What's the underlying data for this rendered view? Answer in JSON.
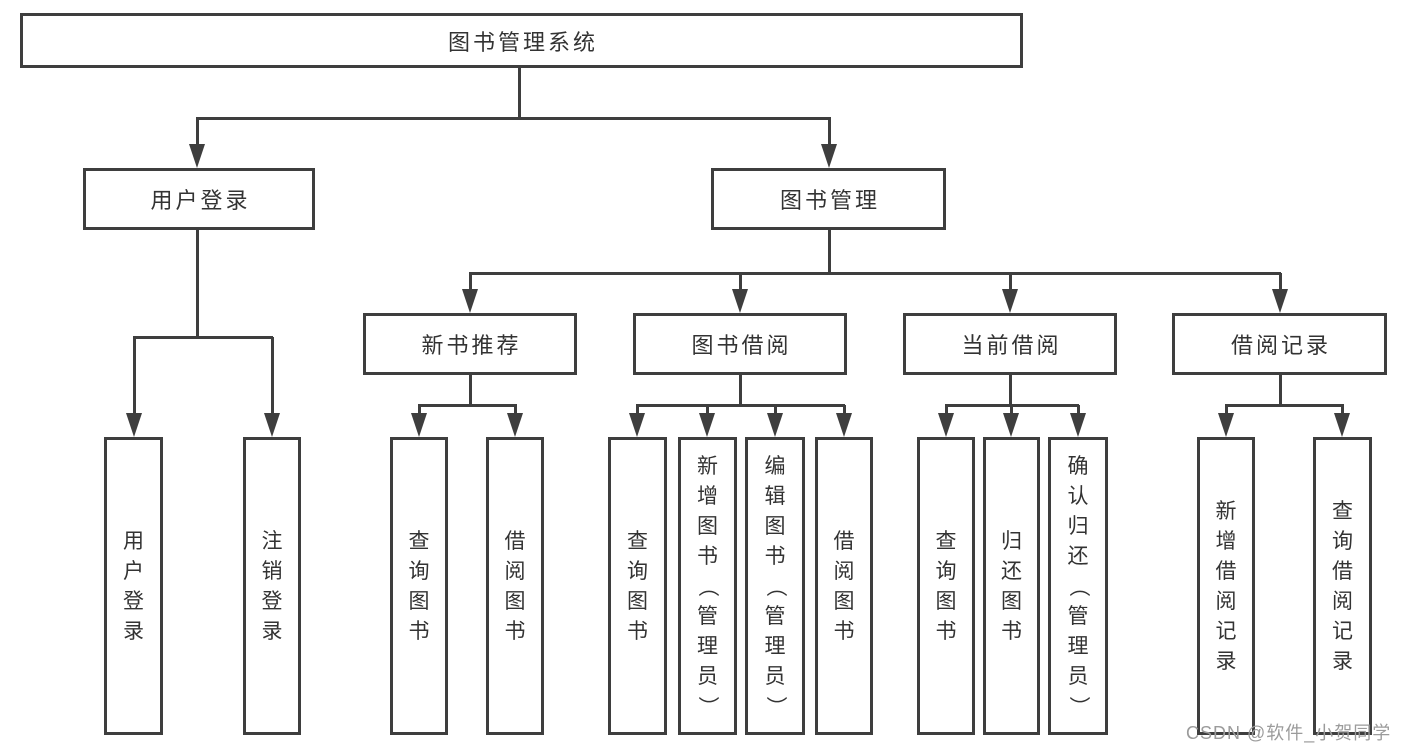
{
  "tree": {
    "label": "图书管理系统",
    "children": [
      {
        "label": "用户登录",
        "children": [
          {
            "label": "用户登录"
          },
          {
            "label": "注销登录"
          }
        ]
      },
      {
        "label": "图书管理",
        "children": [
          {
            "label": "新书推荐",
            "children": [
              {
                "label": "查询图书"
              },
              {
                "label": "借阅图书"
              }
            ]
          },
          {
            "label": "图书借阅",
            "children": [
              {
                "label": "查询图书"
              },
              {
                "label": "新增图书（管理员）"
              },
              {
                "label": "编辑图书（管理员）"
              },
              {
                "label": "借阅图书"
              }
            ]
          },
          {
            "label": "当前借阅",
            "children": [
              {
                "label": "查询图书"
              },
              {
                "label": "归还图书"
              },
              {
                "label": "确认归还（管理员）"
              }
            ]
          },
          {
            "label": "借阅记录",
            "children": [
              {
                "label": "新增借阅记录"
              },
              {
                "label": "查询借阅记录"
              }
            ]
          }
        ]
      }
    ]
  },
  "watermark": "CSDN @软件_小贺同学",
  "colors": {
    "line": "#3e3e3e",
    "text": "#333333",
    "watermark": "#9b9b9b",
    "background": "#ffffff"
  }
}
